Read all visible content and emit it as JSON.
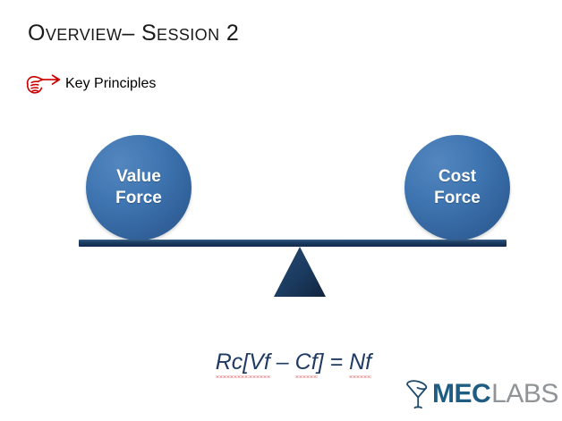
{
  "slide": {
    "title": "Overview– Session 2",
    "background_color": "#ffffff"
  },
  "key_principles": {
    "icon": "pointing-hand-icon",
    "label": "Key Principles",
    "color": "#cc0000"
  },
  "balance_diagram": {
    "beam": {
      "name": "balance-beam",
      "color": "#1d3f66"
    },
    "fulcrum": {
      "name": "fulcrum-triangle",
      "color": "#1b3a5f"
    },
    "left_circle": {
      "line1": "Value",
      "line2": "Force",
      "fill_color": "#3f76b2",
      "text_color": "#ffffff"
    },
    "right_circle": {
      "line1": "Cost",
      "line2": "Force",
      "fill_color": "#3f76b2",
      "text_color": "#ffffff"
    }
  },
  "formula": {
    "full": "Rc[Vf – Cf] = Nf",
    "part1": "Rc[",
    "part2": "Vf",
    "part3": " – ",
    "part4": "Cf",
    "part5": "] = ",
    "part6": "Nf",
    "color": "#1f3b62"
  },
  "logo": {
    "icon": "funnel-icon",
    "text_primary": "MEC",
    "text_secondary": "LABS",
    "primary_color": "#1f5c82",
    "secondary_color": "#909496"
  }
}
